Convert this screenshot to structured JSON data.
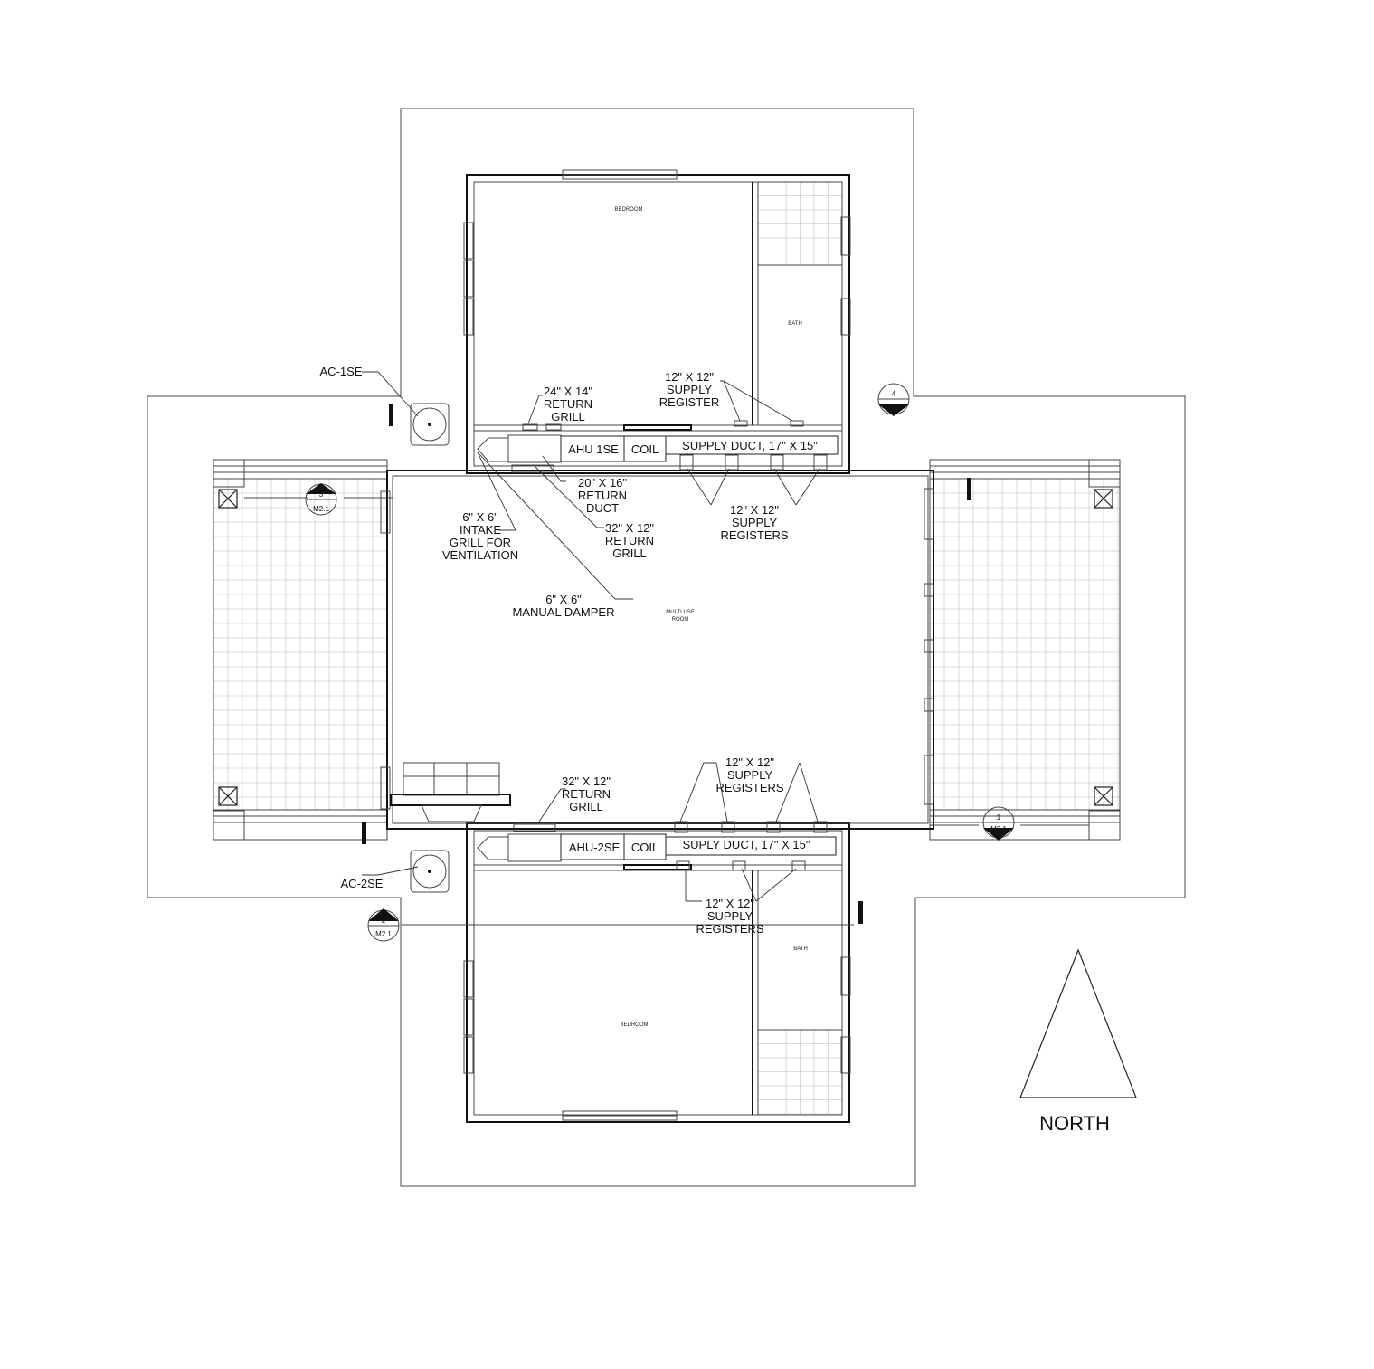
{
  "rooms": {
    "bedroom_north": "BEDROOM",
    "bath_north": "BATH",
    "multi_use": [
      "MULTI USE",
      "ROOM"
    ],
    "bath_south": "BATH",
    "bedroom_south": "BEDROOM"
  },
  "equipment": {
    "ac1": "AC-1SE",
    "ac2": "AC-2SE",
    "ahu1": "AHU 1SE",
    "ahu2": "AHU-2SE",
    "coil1": "COIL",
    "coil2": "COIL",
    "duct1": "SUPPLY DUCT, 17\" X 15\"",
    "duct2": "SUPLY DUCT, 17\" X 15\""
  },
  "notes": {
    "return_grill_24x14": [
      "24\" X 14\"",
      "RETURN",
      "GRILL"
    ],
    "supply_register_top": [
      "12\" X 12\"",
      "SUPPLY",
      "REGISTER"
    ],
    "return_duct_20x16": [
      "20\" X 16\"",
      "RETURN",
      "DUCT"
    ],
    "supply_registers_north": [
      "12\" X 12\"",
      "SUPPLY",
      "REGISTERS"
    ],
    "intake_grill": [
      "6\" X 6\"",
      "INTAKE",
      "GRILL FOR",
      "VENTILATION"
    ],
    "return_grill_32x12_north": [
      "32\" X 12\"",
      "RETURN",
      "GRILL"
    ],
    "manual_damper": [
      "6\" X 6\"",
      "MANUAL DAMPER"
    ],
    "return_grill_32x12_south": [
      "32\" X 12\"",
      "RETURN",
      "GRILL"
    ],
    "supply_registers_south_top": [
      "12\" X 12\"",
      "SUPPLY",
      "REGISTERS"
    ],
    "supply_registers_south_bottom": [
      "12\" X 12\"",
      "SUPPLY",
      "REGISTERS"
    ]
  },
  "section_marks": [
    {
      "number": "4",
      "sheet": "M2.1"
    },
    {
      "number": "3",
      "sheet": "M2.1"
    },
    {
      "number": "1",
      "sheet": "M2.1"
    },
    {
      "number": "2",
      "sheet": "M2.1"
    }
  ],
  "north_label": "NORTH"
}
